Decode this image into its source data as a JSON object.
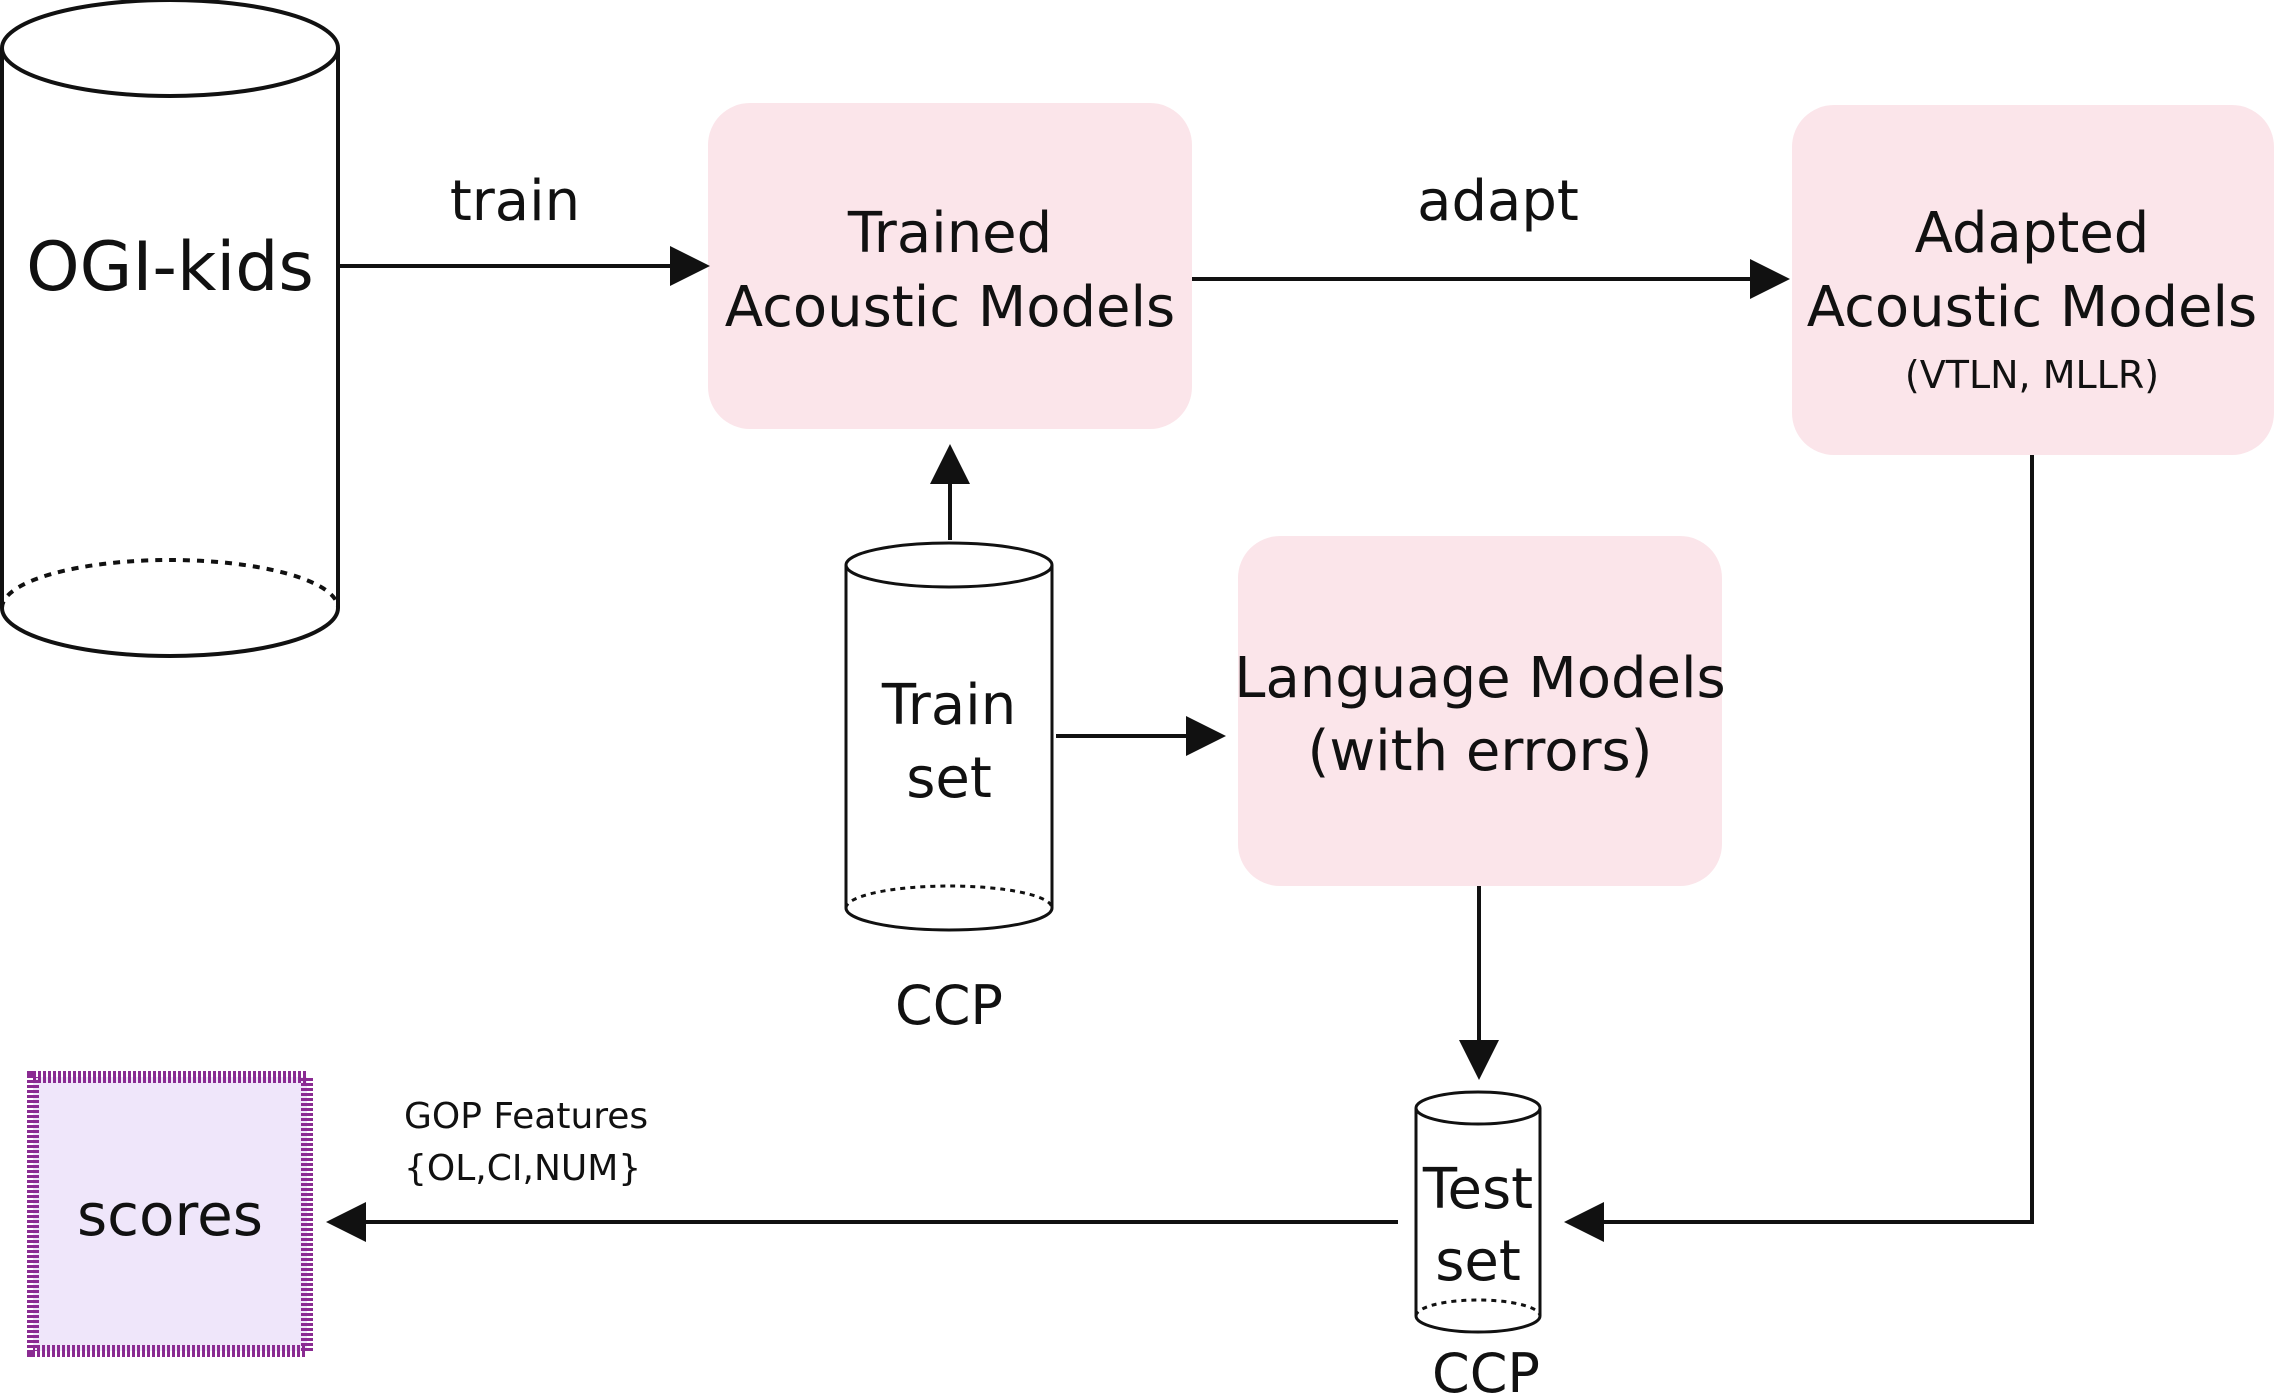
{
  "nodes": {
    "ogi_kids": {
      "label": "OGI-kids"
    },
    "trained_models": {
      "line1": "Trained",
      "line2": "Acoustic Models"
    },
    "adapted_models": {
      "line1": "Adapted",
      "line2": "Acoustic Models",
      "sub": "(VTLN, MLLR)"
    },
    "train_set": {
      "line1": "Train",
      "line2": "set",
      "caption": "CCP"
    },
    "language_models": {
      "line1": "Language Models",
      "line2": "(with errors)"
    },
    "test_set": {
      "line1": "Test",
      "line2": "set",
      "caption": "CCP"
    },
    "scores": {
      "label": "scores"
    }
  },
  "edges": {
    "train": {
      "label": "train"
    },
    "adapt": {
      "label": "adapt"
    },
    "gop": {
      "line1": "GOP Features",
      "line2": "{OL,CI,NUM}"
    }
  },
  "colors": {
    "model_box": "#fbe5ea",
    "scores_border": "#8a2b92",
    "scores_fill": "#efe6fa",
    "stroke": "#111111"
  }
}
